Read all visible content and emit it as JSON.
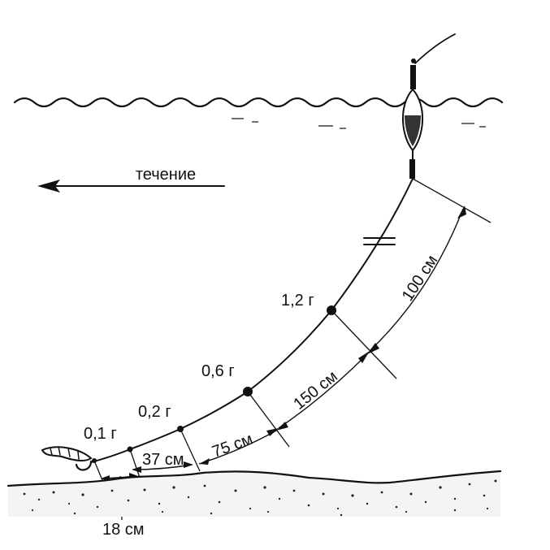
{
  "current_label": "течение",
  "sinkers": [
    {
      "weight": "1,2 г"
    },
    {
      "weight": "0,6 г"
    },
    {
      "weight": "0,2 г"
    },
    {
      "weight": "0,1 г"
    }
  ],
  "spacings": [
    {
      "distance": "100 см"
    },
    {
      "distance": "150 см"
    },
    {
      "distance": "75 см"
    },
    {
      "distance": "37 см"
    },
    {
      "distance": "18 см"
    }
  ]
}
